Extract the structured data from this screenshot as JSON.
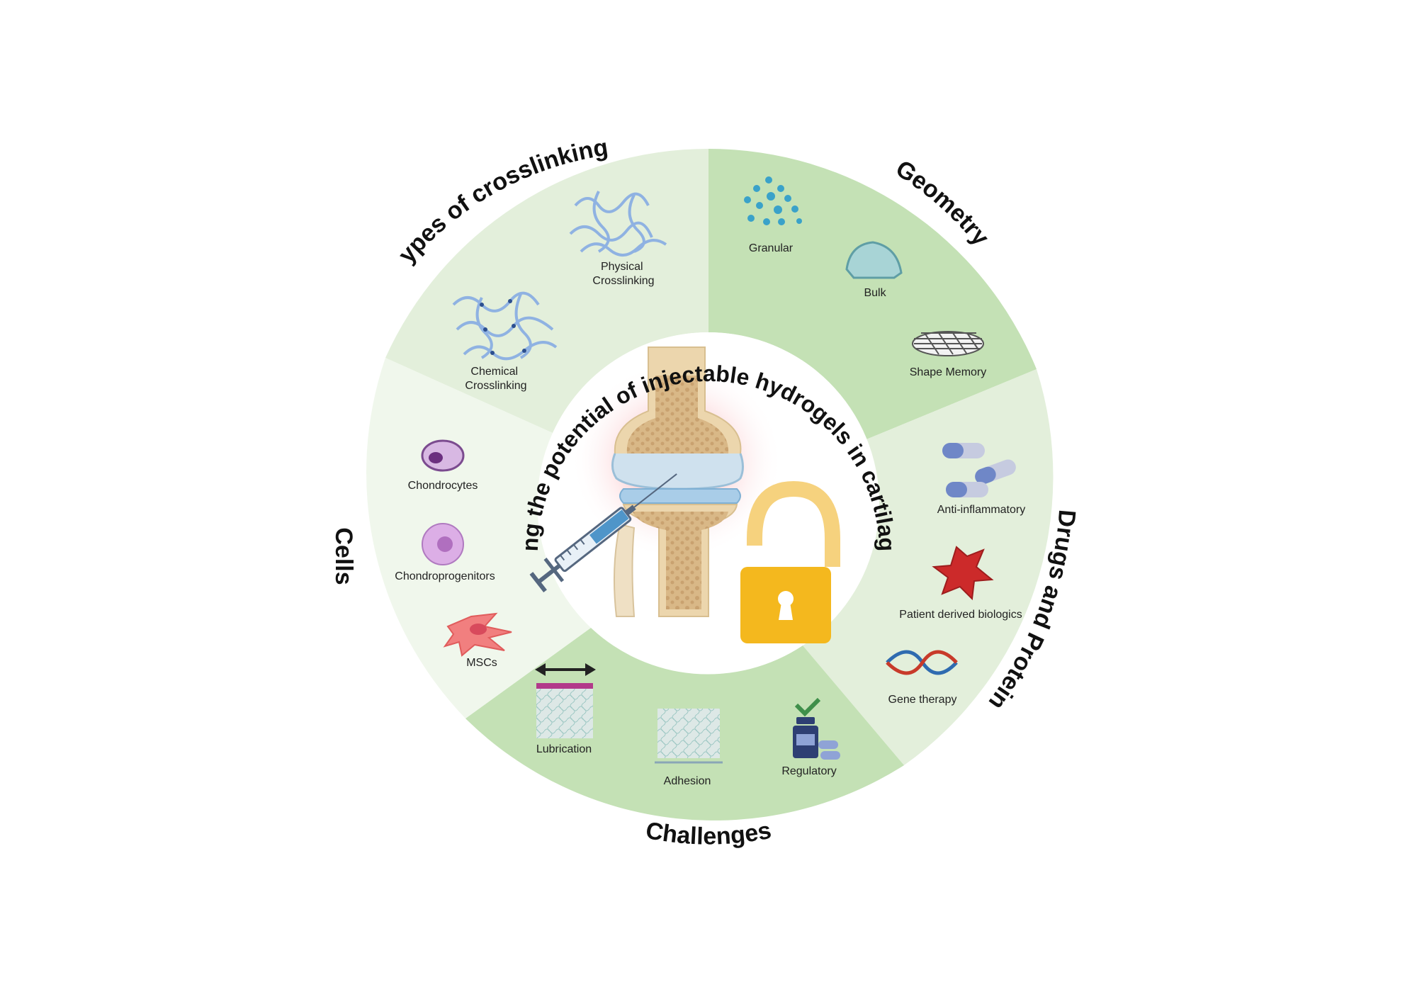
{
  "title": "Unlocking the potential of injectable hydrogels in cartilage repair",
  "sections": {
    "crosslinking": {
      "heading": "Types of crosslinking",
      "items": {
        "physical": "Physical\nCrosslinking",
        "chemical": "Chemical\nCrosslinking"
      }
    },
    "geometry": {
      "heading": "Geometry",
      "items": {
        "granular": "Granular",
        "bulk": "Bulk",
        "shape_memory": "Shape Memory"
      }
    },
    "drugs": {
      "heading": "Drugs and Protein",
      "items": {
        "anti_inflammatory": "Anti-inflammatory",
        "biologics": "Patient derived biologics",
        "gene": "Gene therapy"
      }
    },
    "challenges": {
      "heading": "Challenges",
      "items": {
        "lubrication": "Lubrication",
        "adhesion": "Adhesion",
        "regulatory": "Regulatory"
      }
    },
    "cells": {
      "heading": "Cells",
      "items": {
        "chondrocytes": "Chondrocytes",
        "chondroprogenitors": "Chondroprogenitors",
        "mscs": "MSCs"
      }
    }
  },
  "colors": {
    "light_green": "#e3efdb",
    "mid_green": "#c4e1b5",
    "pale_green": "#f0f7ec",
    "bone": "#e9d3a8",
    "lock": "#f4b81e"
  }
}
